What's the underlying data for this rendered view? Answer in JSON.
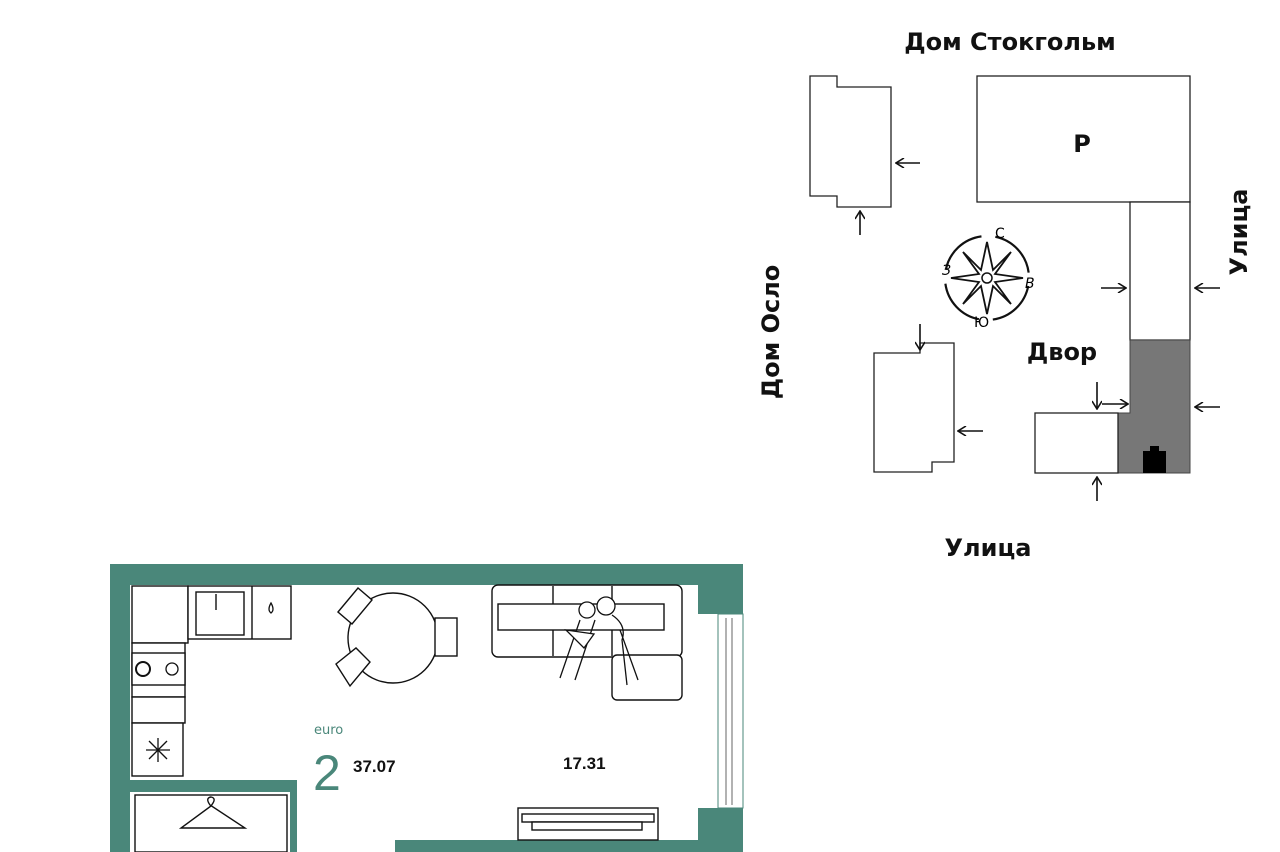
{
  "site_plan": {
    "labels": {
      "house_stockholm": "Дом Стокгольм",
      "house_oslo": "Дом Осло",
      "street_right": "Улица",
      "street_bottom": "Улица",
      "yard": "Двор",
      "parking": "P"
    },
    "compass": {
      "north": "С",
      "south": "Ю",
      "west": "З",
      "east": "В"
    },
    "colors": {
      "highlight": "#777777"
    }
  },
  "floor_plan": {
    "type_label": "euro",
    "rooms_count": "2",
    "total_area": "37.07",
    "room_area": "17.31",
    "colors": {
      "wall": "#4a877a",
      "accent_text": "#4a877a"
    }
  }
}
